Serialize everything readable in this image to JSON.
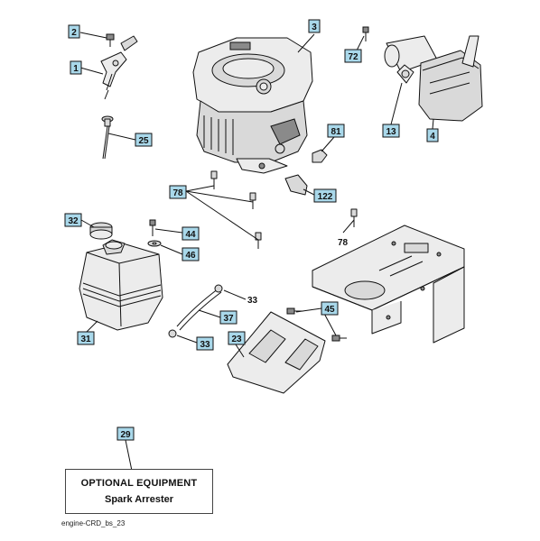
{
  "callouts": [
    {
      "id": "c2",
      "label": "2"
    },
    {
      "id": "c1",
      "label": "1"
    },
    {
      "id": "c3",
      "label": "3"
    },
    {
      "id": "c72",
      "label": "72"
    },
    {
      "id": "c13",
      "label": "13"
    },
    {
      "id": "c4",
      "label": "4"
    },
    {
      "id": "c25",
      "label": "25"
    },
    {
      "id": "c81",
      "label": "81"
    },
    {
      "id": "c78a",
      "label": "78"
    },
    {
      "id": "c122",
      "label": "122"
    },
    {
      "id": "c32",
      "label": "32"
    },
    {
      "id": "c44",
      "label": "44"
    },
    {
      "id": "c46",
      "label": "46"
    },
    {
      "id": "c37",
      "label": "37"
    },
    {
      "id": "c45",
      "label": "45"
    },
    {
      "id": "c31",
      "label": "31"
    },
    {
      "id": "c33b",
      "label": "33"
    },
    {
      "id": "c23",
      "label": "23"
    },
    {
      "id": "c29",
      "label": "29"
    }
  ],
  "plain_labels": {
    "label_78": "78",
    "label_33": "33"
  },
  "optional_box": {
    "title": "OPTIONAL EQUIPMENT",
    "subtitle": "Spark Arrester"
  },
  "footer_code": "engine-CRD_bs_23",
  "colors": {
    "callout_fill": "#a9d8ea",
    "part_fill": "#d9d9d9",
    "outline": "#111111"
  }
}
